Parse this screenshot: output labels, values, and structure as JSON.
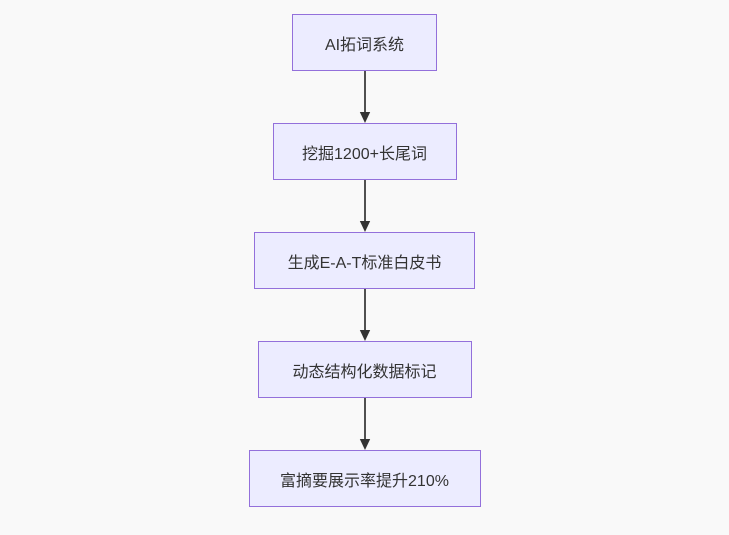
{
  "flowchart": {
    "type": "flowchart",
    "direction": "top-down",
    "nodes": [
      {
        "label": "AI拓词系统"
      },
      {
        "label": "挖掘1200+长尾词"
      },
      {
        "label": "生成E-A-T标准白皮书"
      },
      {
        "label": "动态结构化数据标记"
      },
      {
        "label": "富摘要展示率提升210%"
      }
    ],
    "edges": [
      {
        "from": 0,
        "to": 1
      },
      {
        "from": 1,
        "to": 2
      },
      {
        "from": 2,
        "to": 3
      },
      {
        "from": 3,
        "to": 4
      }
    ],
    "colors": {
      "node_fill": "#ECECFF",
      "node_border": "#9370DB",
      "text": "#333333",
      "arrow": "#333333",
      "background": "#f9f9f9"
    }
  }
}
